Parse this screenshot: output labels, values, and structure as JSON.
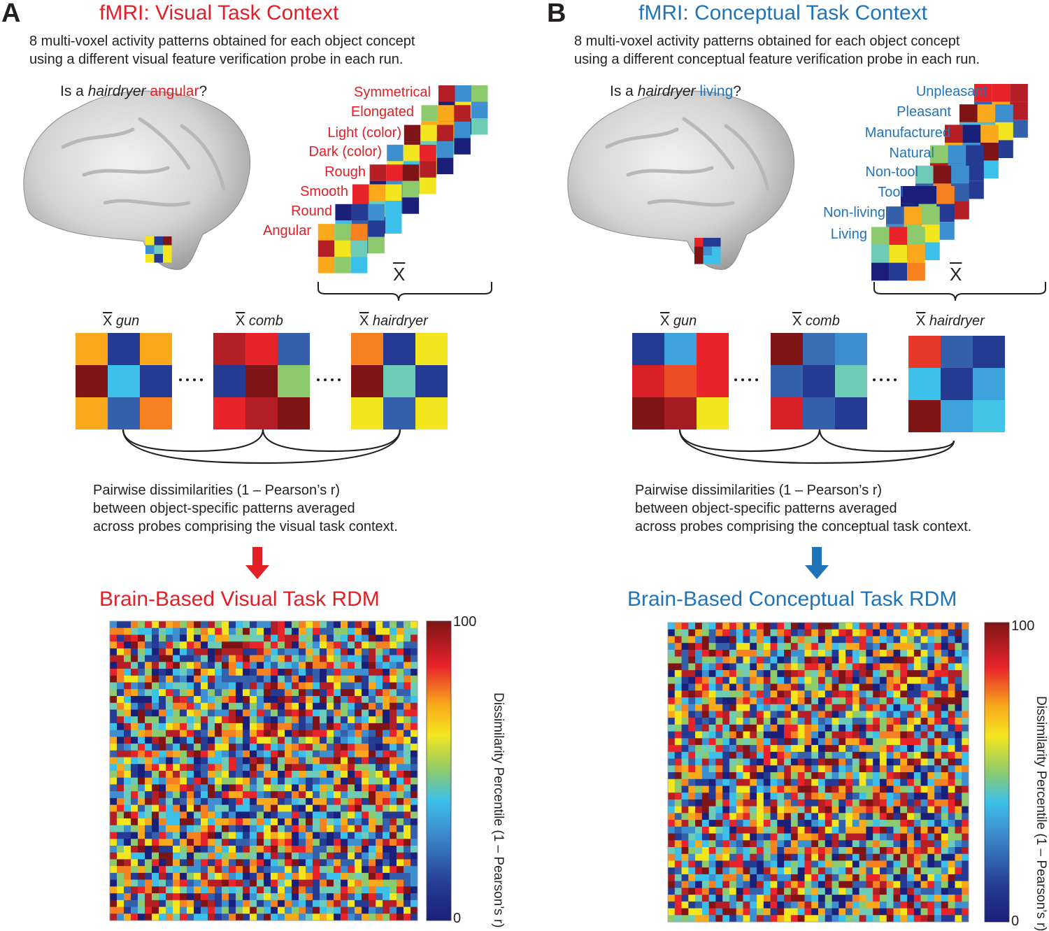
{
  "panelA": {
    "letter": "A",
    "title": "fMRI: Visual Task Context",
    "desc1": "8 multi-voxel activity patterns obtained for each object concept",
    "desc2": "using a different visual feature verification probe in each run.",
    "question": {
      "prefix": "Is a ",
      "object": "hairdryer",
      "feature": "angular",
      "suffix": "?"
    },
    "probes": [
      "Symmetrical",
      "Elongated",
      "Light (color)",
      "Dark (color)",
      "Rough",
      "Smooth",
      "Round",
      "Angular"
    ],
    "xbar": "X",
    "objects": [
      "gun",
      "comb",
      "hairdryer"
    ],
    "pair1": "Pairwise dissimilarities (1 – Pearson’s r)",
    "pair2": "between object-specific patterns averaged",
    "pair3": "across probes comprising the visual task context.",
    "rdm_title": "Brain-Based Visual Task RDM",
    "cb_max": "100",
    "cb_min": "0",
    "cb_label": "Dissimilarity Percentile (1 – Pearson’s r)"
  },
  "panelB": {
    "letter": "B",
    "title": "fMRI: Conceptual Task Context",
    "desc1": "8 multi-voxel activity patterns obtained for each object concept",
    "desc2": "using a different conceptual feature verification probe in each run.",
    "question": {
      "prefix": "Is a ",
      "object": "hairdryer",
      "feature": "living",
      "suffix": "?"
    },
    "probes": [
      "Unpleasant",
      "Pleasant",
      "Manufactured",
      "Natural",
      "Non-tool",
      "Tool",
      "Non-living",
      "Living"
    ],
    "xbar": "X",
    "objects": [
      "gun",
      "comb",
      "hairdryer"
    ],
    "pair1": "Pairwise dissimilarities (1 – Pearson’s r)",
    "pair2": "between object-specific patterns averaged",
    "pair3": "across probes comprising the conceptual task context.",
    "rdm_title": "Brain-Based Conceptual Task RDM",
    "cb_max": "100",
    "cb_min": "0",
    "cb_label": "Dissimilarity Percentile (1 – Pearson’s r)"
  },
  "colors": {
    "visual": "#e31e25",
    "conceptual": "#1f74b8"
  },
  "object_patterns": {
    "A": [
      [
        "#f9a91b",
        "#253b93",
        "#f9a91b",
        "#7f1416",
        "#3cc0ea",
        "#253b93",
        "#f9a91b",
        "#3460ac",
        "#f68121"
      ],
      [
        "#b31f24",
        "#e8232a",
        "#3460ac",
        "#253b93",
        "#7f1416",
        "#8dca6e",
        "#e8232a",
        "#b31f24",
        "#7f1416"
      ],
      [
        "#f68121",
        "#253b93",
        "#f3e61e",
        "#7f1416",
        "#6ecbb6",
        "#253b93",
        "#f3e61e",
        "#3460ac",
        "#f3e61e"
      ]
    ],
    "B": [
      [
        "#253b93",
        "#3ea3dc",
        "#e8232a",
        "#d92027",
        "#ee4e26",
        "#e8232a",
        "#7f1416",
        "#a51d22",
        "#f3e61e"
      ],
      [
        "#7f1416",
        "#3b6db3",
        "#3e8fd0",
        "#3460ac",
        "#253b93",
        "#6ecbb6",
        "#d92027",
        "#3460ac",
        "#253b93"
      ],
      [
        "#e8382a",
        "#3460ac",
        "#253b93",
        "#3cc0ea",
        "#253b93",
        "#3ea3dc",
        "#7f1416",
        "#3ea3dc",
        "#45c4ea"
      ]
    ]
  }
}
